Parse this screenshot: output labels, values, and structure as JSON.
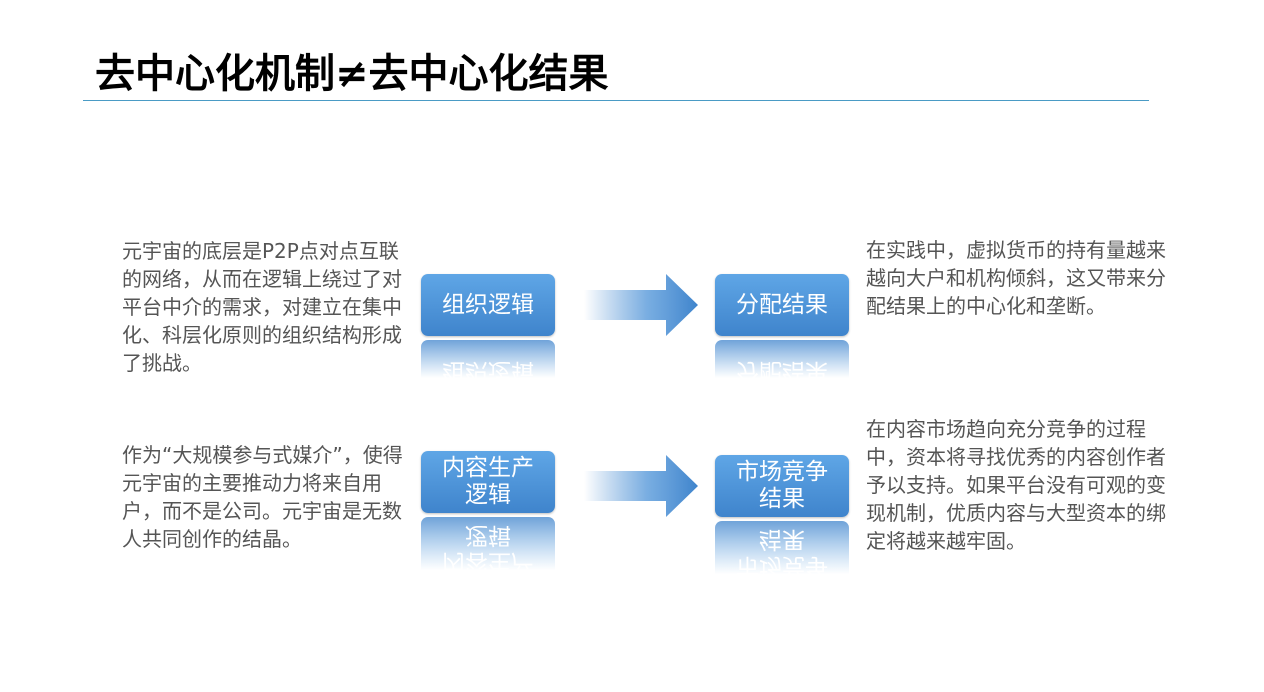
{
  "slide": {
    "title": "去中心化机制≠去中心化结果"
  },
  "row1": {
    "left_text": "元宇宙的底层是P2P点对点互联的网络，从而在逻辑上绕过了对平台中介的需求，对建立在集中化、科层化原则的组织结构形成了挑战。",
    "box1_label": "组织逻辑",
    "box2_label": "分配结果",
    "right_text": "在实践中，虚拟货币的持有量越来越向大户和机构倾斜，这又带来分配结果上的中心化和垄断。"
  },
  "row2": {
    "left_text": "作为“大规模参与式媒介”，使得元宇宙的主要推动力将来自用户，而不是公司。元宇宙是无数人共同创作的结晶。",
    "box1_label": "内容生产逻辑",
    "box2_label": "市场竞争结果",
    "right_text": "在内容市场趋向充分竞争的过程中，资本将寻找优秀的内容创作者予以支持。如果平台没有可观的变现机制，优质内容与大型资本的绑定将越来越牢固。"
  },
  "colors": {
    "box_top": "#5fa6e6",
    "box_bottom": "#3f84cc",
    "rule": "#4a9bc5",
    "text": "#555555"
  }
}
